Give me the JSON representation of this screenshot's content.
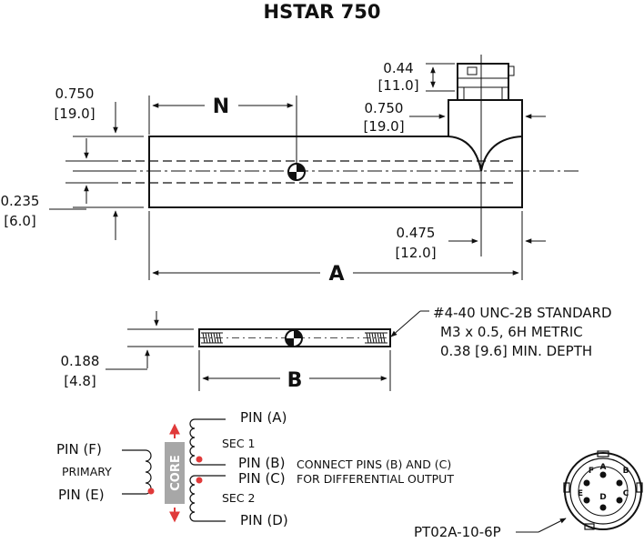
{
  "title": "HSTAR 750",
  "side_view": {
    "n_label": "N",
    "a_label": "A",
    "left_height": {
      "in": "0.750",
      "mm": "[19.0]"
    },
    "left_offset": {
      "in": "0.235",
      "mm": "[6.0]"
    },
    "connector_height": {
      "in": "0.44",
      "mm": "[11.0]"
    },
    "connector_block": {
      "in": "0.750",
      "mm": "[19.0]"
    },
    "end_offset": {
      "in": "0.475",
      "mm": "[12.0]"
    }
  },
  "core_view": {
    "b_label": "B",
    "diameter": {
      "in": "0.188",
      "mm": "[4.8]"
    },
    "thread_note": [
      "#4-40 UNC-2B STANDARD",
      "M3 x 0.5, 6H METRIC",
      "0.38 [9.6] MIN. DEPTH"
    ]
  },
  "schematic": {
    "core_label": "CORE",
    "primary_label": "PRIMARY",
    "sec1_label": "SEC 1",
    "sec2_label": "SEC 2",
    "pins": {
      "a": "PIN (A)",
      "b": "PIN (B)",
      "c": "PIN (C)",
      "d": "PIN (D)",
      "e": "PIN (E)",
      "f": "PIN (F)"
    },
    "note": [
      "CONNECT PINS (B) AND (C)",
      "FOR DIFFERENTIAL OUTPUT"
    ]
  },
  "connector": {
    "part_number": "PT02A-10-6P",
    "pin_letters": [
      "A",
      "B",
      "C",
      "D",
      "E",
      "F"
    ]
  },
  "colors": {
    "line": "#111111",
    "core_fill": "#a7a7a7",
    "arrow_red": "#e03a3a"
  }
}
